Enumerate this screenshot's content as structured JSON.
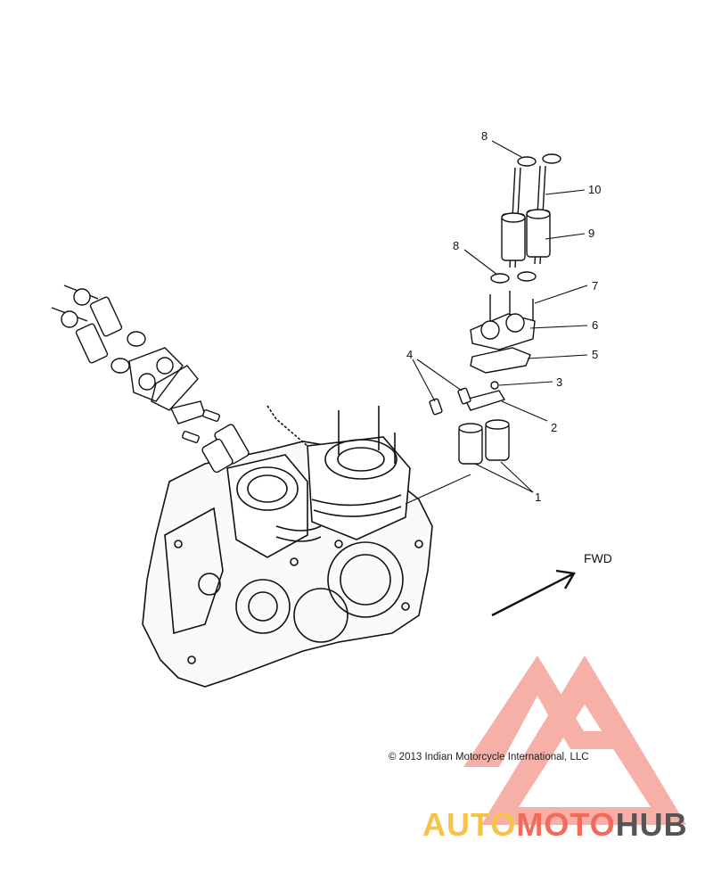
{
  "callouts": [
    {
      "id": "c8a",
      "text": "8"
    },
    {
      "id": "c10",
      "text": "10"
    },
    {
      "id": "c9",
      "text": "9"
    },
    {
      "id": "c8b",
      "text": "8"
    },
    {
      "id": "c7",
      "text": "7"
    },
    {
      "id": "c6",
      "text": "6"
    },
    {
      "id": "c5",
      "text": "5"
    },
    {
      "id": "c4",
      "text": "4"
    },
    {
      "id": "c3",
      "text": "3"
    },
    {
      "id": "c2",
      "text": "2"
    },
    {
      "id": "c1",
      "text": "1"
    }
  ],
  "direction_label": "FWD",
  "copyright": "© 2013 Indian Motorcycle International, LLC",
  "watermark": {
    "part1": "AUTO",
    "part2": "MOTO",
    "part3": "HUB",
    "colors": {
      "auto": "#f5c34a",
      "moto": "#f26a5a",
      "hub": "#555555",
      "triangle": "#f6a39a"
    }
  }
}
